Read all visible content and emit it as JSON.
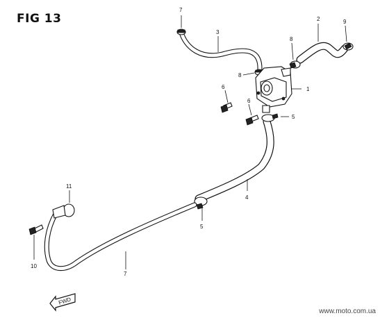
{
  "figure": {
    "title": "FIG 13"
  },
  "watermark": "www.moto.com.ua",
  "direction_arrow": {
    "label": "FWD"
  },
  "callouts": [
    {
      "id": "c1",
      "label": "1"
    },
    {
      "id": "c2",
      "label": "2"
    },
    {
      "id": "c3",
      "label": "3"
    },
    {
      "id": "c4",
      "label": "4"
    },
    {
      "id": "c5a",
      "label": "5"
    },
    {
      "id": "c5b",
      "label": "5"
    },
    {
      "id": "c6a",
      "label": "6"
    },
    {
      "id": "c6b",
      "label": "6"
    },
    {
      "id": "c7a",
      "label": "7"
    },
    {
      "id": "c7b",
      "label": "7"
    },
    {
      "id": "c8a",
      "label": "8"
    },
    {
      "id": "c8b",
      "label": "8"
    },
    {
      "id": "c9",
      "label": "9"
    },
    {
      "id": "c10",
      "label": "10"
    },
    {
      "id": "c11",
      "label": "11"
    }
  ]
}
